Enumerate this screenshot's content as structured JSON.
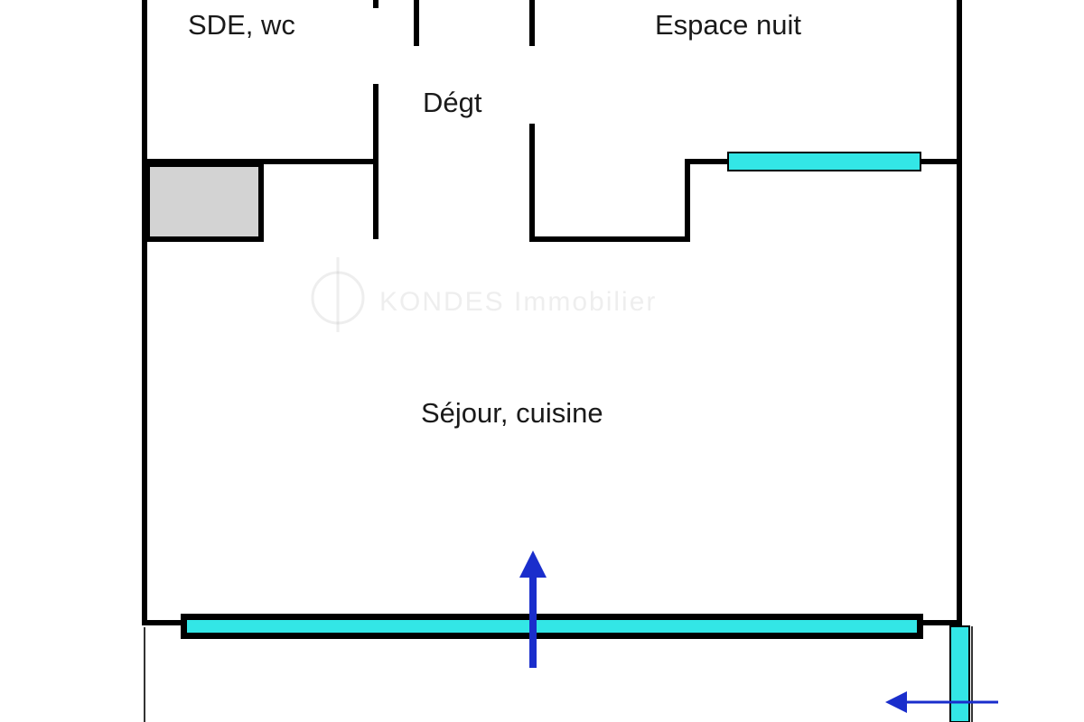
{
  "rooms": {
    "sde": "SDE, wc",
    "nuit": "Espace nuit",
    "degt": "Dégt",
    "sejour": "Séjour, cuisine"
  },
  "watermark": "KONDES Immobilier",
  "colors": {
    "wall": "#000000",
    "window": "#33e6e6",
    "closet": "#d3d3d3",
    "arrow": "#1a2ecc",
    "outline": "#333333"
  }
}
